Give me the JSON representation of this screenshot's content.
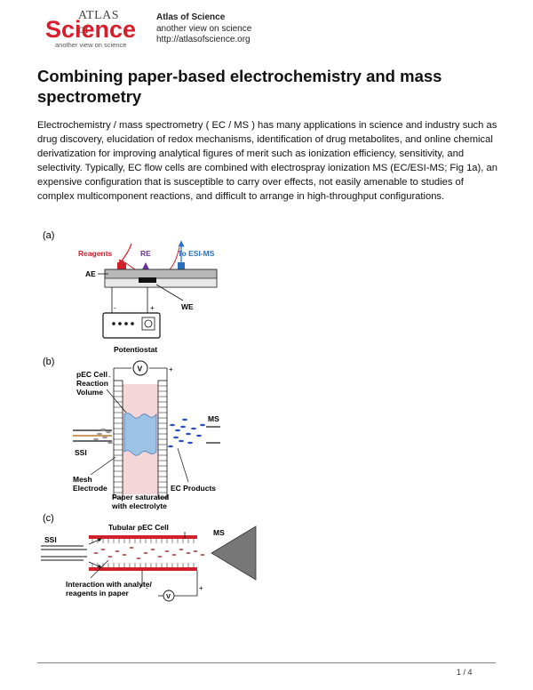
{
  "header": {
    "logo": {
      "top": "ATLAS of",
      "main": "Science",
      "tagline": "another view on science"
    },
    "site_name": "Atlas of Science",
    "site_tagline": "another view on science",
    "site_url": "http://atlasofscience.org"
  },
  "article": {
    "title": "Combining paper-based electrochemistry and mass spectrometry",
    "paragraph": "Electrochemistry / mass spectrometry ( EC / MS ) has many applications in science and industry such as drug discovery, elucidation of redox mechanisms, identification of drug metabolites, and online chemical derivatization for improving analytical figures of merit such as ionization efficiency, sensitivity, and selectivity. Typically, EC flow cells are combined with electrospray ionization MS (EC/ESI-MS; Fig 1a), an expensive configuration that is susceptible to carry over effects, not easily amenable to studies of complex multicomponent reactions, and difficult to arrange in high-throughput configurations."
  },
  "figure": {
    "panel_a": {
      "label": "(a)",
      "reagents": "Reagents",
      "re": "RE",
      "to_esi_ms": "To ESI-MS",
      "ae": "AE",
      "we": "WE",
      "minus": "-",
      "plus": "+",
      "potentiostat": "Potentiostat"
    },
    "panel_b": {
      "label": "(b)",
      "cell_line1": "pEC Cell",
      "cell_line2": "Reaction",
      "cell_line3": "Volume",
      "v": "V",
      "minus": "-",
      "plus": "+",
      "ms": "MS",
      "ssi": "SSI",
      "mesh1": "Mesh",
      "mesh2": "Electrode",
      "paper1": "Paper saturated",
      "paper2": "with electrolyte",
      "products": "EC Products"
    },
    "panel_c": {
      "label": "(c)",
      "tubular": "Tubular pEC Cell",
      "ssi": "SSI",
      "ms": "MS",
      "interaction1": "Interaction with analyte/",
      "interaction2": "reagents in paper",
      "v": "V",
      "minus": "-",
      "plus": "+"
    }
  },
  "footer": {
    "page": "1 / 4"
  }
}
